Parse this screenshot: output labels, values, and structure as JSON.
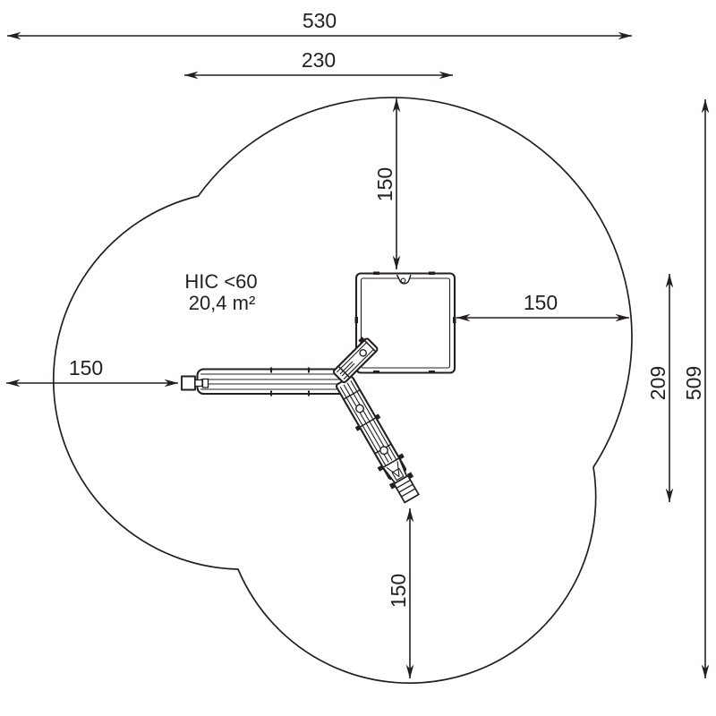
{
  "drawing": {
    "type": "playground equipment plan view with safety zone",
    "colors": {
      "line": "#231f20",
      "background": "#ffffff"
    },
    "annotations": {
      "hic": "HIC <60",
      "area": "20,4 m²"
    },
    "dimensions": {
      "overall_width": "530",
      "equipment_span": "230",
      "top_clearance": "150",
      "right_clearance": "150",
      "left_clearance": "150",
      "bottom_clearance": "150",
      "right_zone_height": "209",
      "overall_height": "509"
    }
  }
}
